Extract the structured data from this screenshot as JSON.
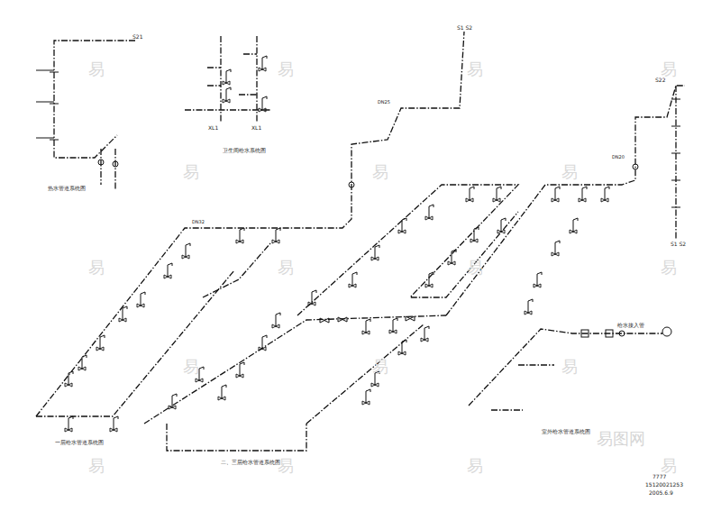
{
  "diagram": {
    "labels": [
      "S21",
      "S1 S2",
      "S22",
      "S1 S2",
      "XL1",
      "XL1",
      "热水管道系统图",
      "卫生间给水系统图",
      "一层给水管道系统图",
      "二、三层给水管道系统图",
      "室外给水管道系统图",
      "给水接入管",
      "DN32",
      "DN25",
      "DN20",
      "7777",
      "15120021253",
      "2005.6.9",
      "易图网",
      "易",
      "易",
      "易",
      "易",
      "易",
      "易",
      "易",
      "易",
      "易",
      "易",
      "易",
      "易",
      "易",
      "易",
      "易",
      "易",
      "易",
      "易"
    ]
  }
}
